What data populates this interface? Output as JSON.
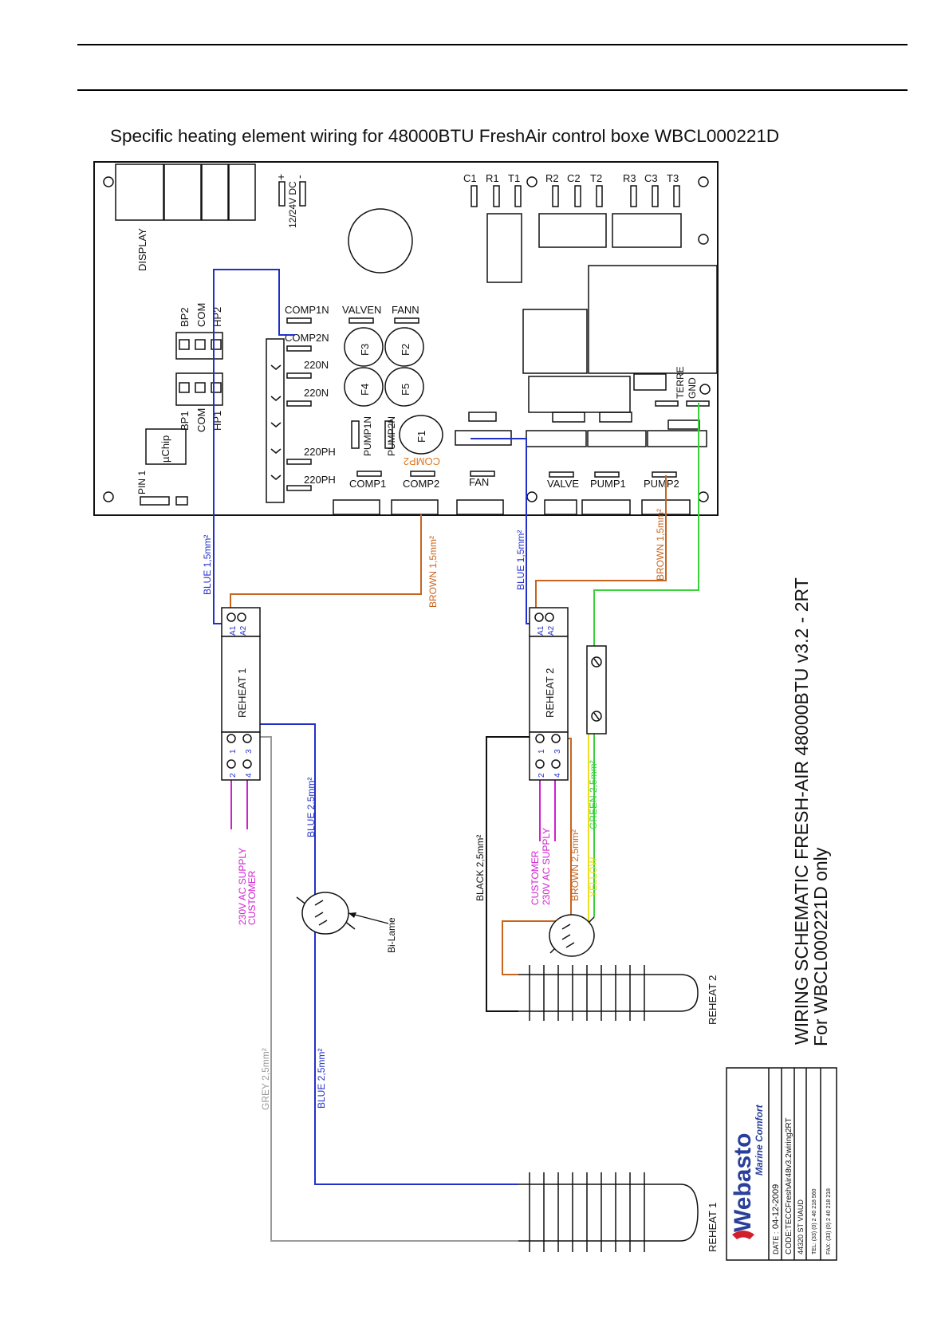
{
  "header": {
    "title": "Specific heating element wiring for 48000BTU FreshAir control boxe WBCL000221D"
  },
  "board": {
    "labels": {
      "display": "DISPLAY",
      "dc": "12/24V DC",
      "plus": "+",
      "minus": "-",
      "c1": "C1",
      "r1": "R1",
      "t1": "T1",
      "r2": "R2",
      "c2": "C2",
      "t2": "T2",
      "r3": "R3",
      "c3": "C3",
      "t3": "T3",
      "bp2": "BP2",
      "com": "COM",
      "hp2": "HP2",
      "bp1": "BP1",
      "hp1": "HP1",
      "uchip": "µChip",
      "pin1": "PIN 1",
      "comp1n": "COMP1N",
      "valven": "VALVEN",
      "fann": "FANN",
      "comp2n": "COMP2N",
      "f3": "F3",
      "f2": "F2",
      "f4": "F4",
      "f5": "F5",
      "f1": "F1",
      "n220a": "220N",
      "n220b": "220N",
      "ph220a": "220PH",
      "ph220b": "220PH",
      "pump1n": "PUMP1N",
      "pump2n": "PUMP2N",
      "comp2_orange": "COMP2",
      "terre": "TERRE",
      "gnd": "GND",
      "comp1": "COMP1",
      "comp2": "COMP2",
      "fan": "FAN",
      "valve": "VALVE",
      "pump1": "PUMP1",
      "pump2": "PUMP2"
    }
  },
  "wiring": {
    "blue15_left": "BLUE 1,5mm²",
    "brown15_left": "BROWN 1,5mm²",
    "blue15_right": "BLUE 1,5mm²",
    "brown15_right": "BROWN 1,5mm²",
    "reheat1_relay": "REHEAT 1",
    "reheat2_relay": "REHEAT 2",
    "supply1": "230V AC SUPPLY",
    "customer1": "CUSTOMER",
    "blue25_a": "BLUE 2,5mm²",
    "bilame": "Bi-Lame",
    "grey25": "GREY 2,5mm²",
    "blue25_b": "BLUE 2,5mm²",
    "reheat1_element": "REHEAT 1",
    "black25": "BLACK 2,5mm²",
    "customer2": "CUSTOMER",
    "supply2": "230V AC SUPPLY",
    "brown25": "BROWN 2,5mm²",
    "yellow": "YELLOW",
    "green25": "GREEN 2,5mm²",
    "reheat2_element": "REHEAT 2",
    "relay_pins": {
      "a1": "A1",
      "a2": "A2",
      "one": "1",
      "two": "2",
      "three": "3",
      "four": "4"
    }
  },
  "schematic": {
    "title_line1": "WIRING SCHEMATIC FRESH-AIR 48000BTU v3.2 - 2RT",
    "title_line2": "For WBCL000221D only"
  },
  "title_block": {
    "brand": "Webasto",
    "tagline": "Marine Comfort",
    "date_label": "DATE :",
    "date": "04-12-2009",
    "code": "CODE:TECCFreshAir48v3.2wiring2RT",
    "address": "44320 ST VIAUD",
    "tel": "TEL: (33) (0) 2 40 218 560",
    "fax": "FAX: (33) (0) 2 40 218 218"
  },
  "colors": {
    "blue": "#2330c8",
    "brown": "#c8641e",
    "magenta": "#d020d0",
    "green": "#3ad23a",
    "yellow": "#e8e020",
    "grey": "#9a9a9a",
    "black": "#111111",
    "orange_label": "#e07820",
    "brand_blue": "#2a3f9a",
    "brand_red": "#d0202a"
  }
}
